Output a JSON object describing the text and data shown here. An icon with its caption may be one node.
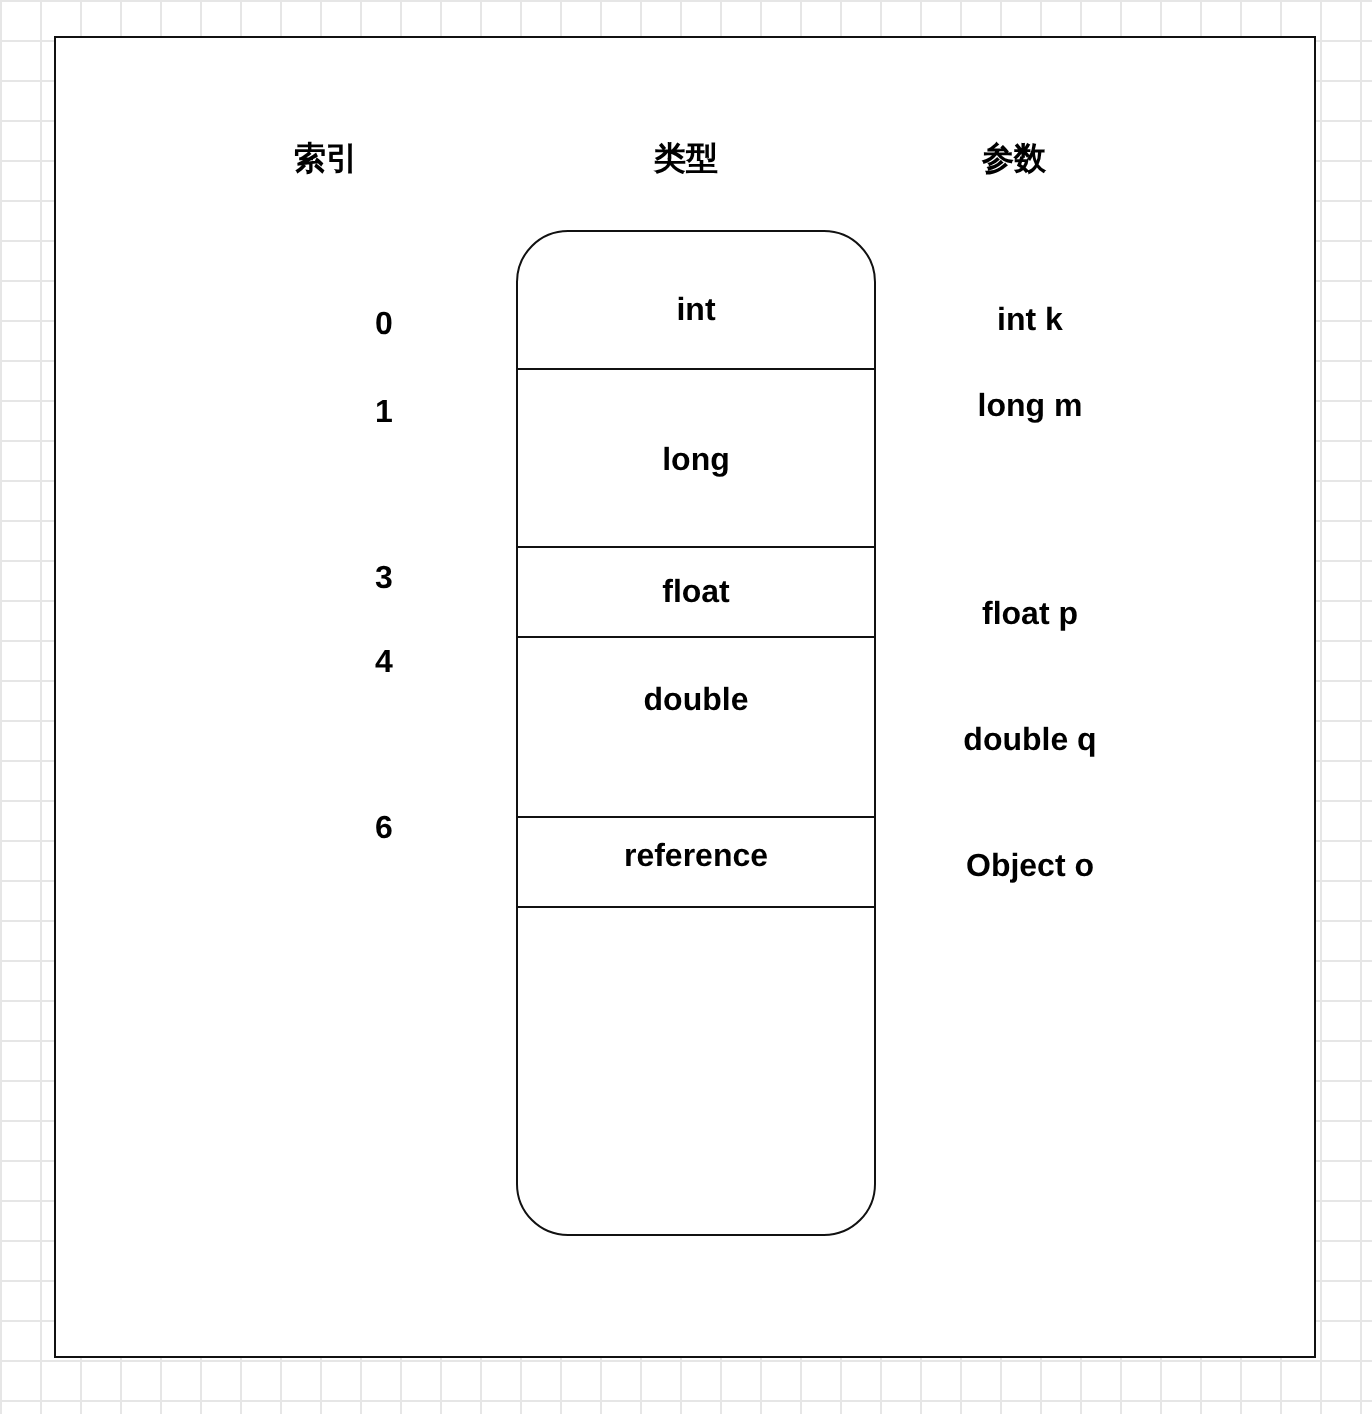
{
  "diagram": {
    "nodes": [
      {
        "text": [],
        "shape": "box"
      },
      {
        "text": [
          "int"
        ],
        "in": 0
      },
      {
        "text": [
          "long"
        ],
        "in": 0
      },
      {
        "text": [
          "float"
        ],
        "in": 0
      },
      {
        "text": [
          "double"
        ],
        "in": 0
      },
      {
        "text": [
          "reference"
        ],
        "in": 0
      }
    ],
    "labels": [
      "索引",
      "类型",
      "参数",
      "0",
      "int k",
      "1",
      "long m",
      "3",
      "float p",
      "4",
      "double q",
      "6",
      "Object o"
    ]
  }
}
